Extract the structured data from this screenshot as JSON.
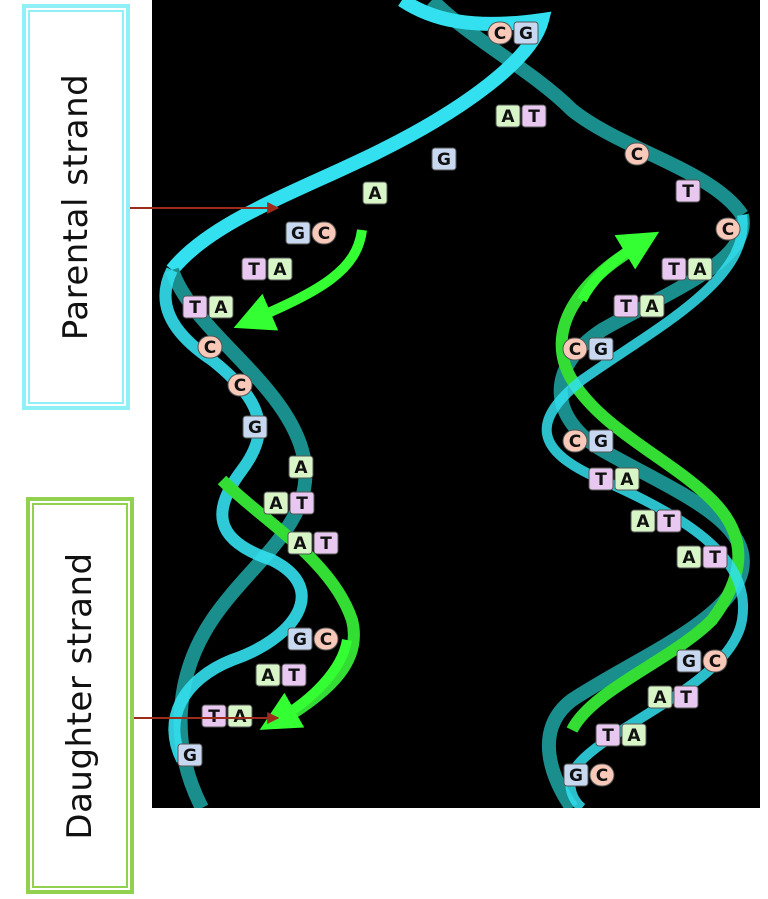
{
  "labels": {
    "parental": "Parental strand",
    "daughter": "Daughter strand"
  },
  "colors": {
    "parental_strand": "#33e0f0",
    "parental_strand_dark": "#1a8e8c",
    "daughter_strand": "#33dd33",
    "daughter_strand_dark": "#1f8f2a",
    "arrow": "#9b2c1c",
    "A": "#d8f5c8",
    "T": "#e8c8f0",
    "G": "#c8d8f0",
    "C": "#f8c8b8"
  },
  "base_pairs": [
    {
      "l": "C",
      "r": "G"
    },
    {
      "l": "A",
      "r": "T"
    },
    {
      "l": "G",
      "r": ""
    },
    {
      "l": "",
      "r": "C"
    },
    {
      "l": "A",
      "r": ""
    },
    {
      "l": "",
      "r": "T"
    },
    {
      "l": "G",
      "r": "C"
    },
    {
      "l": "",
      "r": "C"
    },
    {
      "l": "T",
      "r": "A"
    },
    {
      "l": "T",
      "r": "A"
    },
    {
      "l": "T",
      "r": "A"
    },
    {
      "l": "T",
      "r": "A"
    },
    {
      "l": "C",
      "r": ""
    },
    {
      "l": "C",
      "r": "G"
    },
    {
      "l": "C",
      "r": ""
    },
    {
      "l": "",
      "r": "G"
    },
    {
      "l": "C",
      "r": "G"
    },
    {
      "l": "",
      "r": "A"
    },
    {
      "l": "T",
      "r": "A"
    },
    {
      "l": "A",
      "r": "T"
    },
    {
      "l": "A",
      "r": "T"
    },
    {
      "l": "A",
      "r": "T"
    },
    {
      "l": "A",
      "r": "T"
    },
    {
      "l": "G",
      "r": "C"
    },
    {
      "l": "G",
      "r": "C"
    },
    {
      "l": "A",
      "r": "T"
    },
    {
      "l": "A",
      "r": "T"
    },
    {
      "l": "T",
      "r": "A"
    },
    {
      "l": "T",
      "r": "A"
    },
    {
      "l": "G",
      "r": ""
    },
    {
      "l": "G",
      "r": "C"
    }
  ]
}
